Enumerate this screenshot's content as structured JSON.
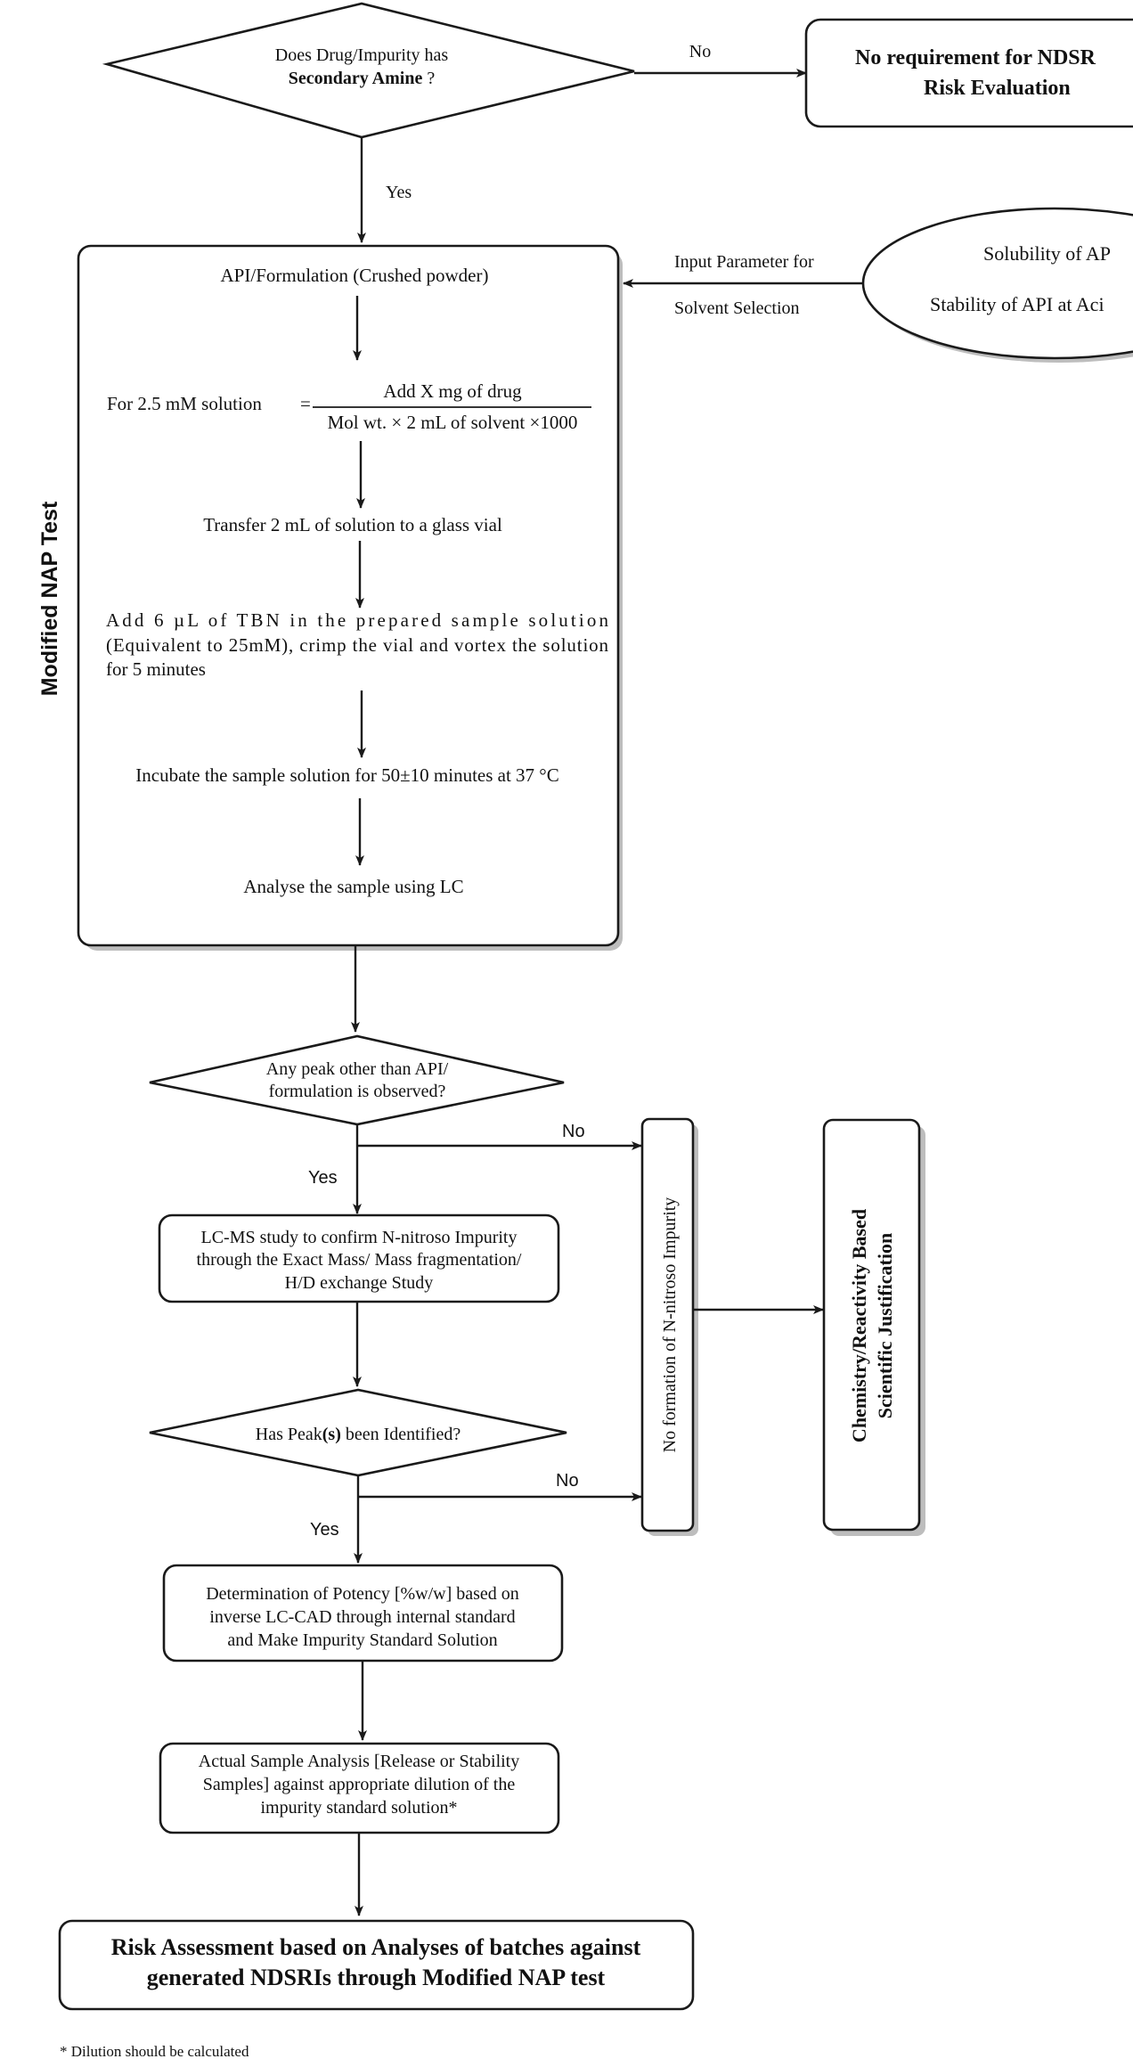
{
  "decision_secondary_amine": {
    "line1": "Does Drug/Impurity has",
    "line2_bold": "Secondary Amine",
    "line2_rest": " ?"
  },
  "no_requirement": {
    "line1": "No requirement for NDSR",
    "line2": "Risk Evaluation"
  },
  "edge_no_1": "No",
  "edge_yes_1": "Yes",
  "input_parameter": {
    "line1": "Input Parameter for",
    "line2": "Solvent Selection"
  },
  "solubility_ellipse": {
    "line1": "Solubility of AP",
    "line2": "Stability of API at Aci"
  },
  "modified_nap_label": "Modified NAP Test",
  "nap_steps": {
    "step1": "API/Formulation (Crushed powder)",
    "formula_lhs": "For 2.5 mM solution",
    "formula_eq": "=",
    "formula_num": "Add X mg of drug",
    "formula_den": "Mol wt. × 2 mL of solvent ×1000",
    "step3": "Transfer 2 mL of solution to a glass vial",
    "step4_line1": "Add  6  µL  of  TBN  in  the  prepared  sample  solution",
    "step4_line2": "(Equivalent to 25mM), crimp the vial and vortex the solution",
    "step4_line3": "for 5 minutes",
    "step5": "Incubate the sample solution for 50±10 minutes at 37 °C",
    "step6": "Analyse the sample using LC"
  },
  "decision_peak": {
    "line1": "Any peak other than API/",
    "line2": "formulation is observed?"
  },
  "edge_no_2": "No",
  "edge_yes_2": "Yes",
  "lcms_box": {
    "line1": "LC-MS study to confirm N-nitroso Impurity",
    "line2": "through the Exact Mass/ Mass fragmentation/",
    "line3": "H/D exchange Study"
  },
  "no_formation": "No formation of N-nitroso Impurity",
  "chemistry_box": {
    "line1": "Chemistry/Reactivity Based",
    "line2": "Scientific Justification"
  },
  "decision_identified": {
    "text_pre": "Has Peak",
    "text_bold": "(s)",
    "text_post": " been Identified?"
  },
  "edge_no_3": "No",
  "edge_yes_3": "Yes",
  "potency_box": {
    "line1": "Determination of Potency [%w/w] based on",
    "line2": "inverse LC-CAD through internal standard",
    "line3": "and Make Impurity Standard Solution"
  },
  "sample_box": {
    "line1": "Actual Sample Analysis [Release or Stability",
    "line2": "Samples] against appropriate dilution of the",
    "line3": "impurity standard solution*"
  },
  "risk_box": {
    "line1": "Risk Assessment based on Analyses of batches against",
    "line2": "generated NDSRIs through Modified NAP test"
  },
  "footnote": "* Dilution should be calculated"
}
